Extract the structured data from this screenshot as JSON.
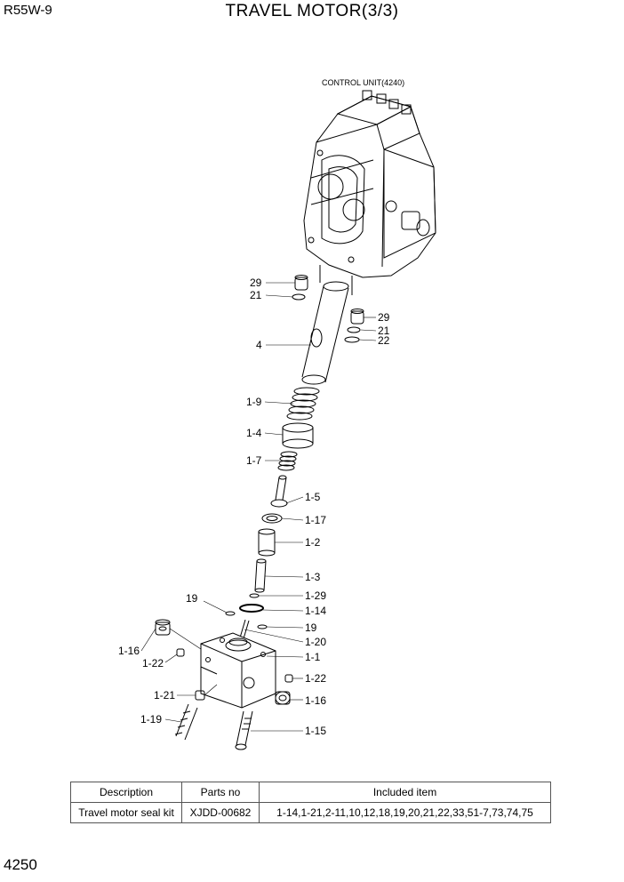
{
  "header": {
    "model": "R55W-9",
    "title": "TRAVEL MOTOR(3/3)"
  },
  "diagram": {
    "assembly_label": "CONTROL UNIT(4240)",
    "callouts": [
      "29",
      "21",
      "29",
      "21",
      "22",
      "4",
      "1-9",
      "1-4",
      "1-7",
      "1-5",
      "1-17",
      "1-2",
      "1-3",
      "1-29",
      "19",
      "1-14",
      "19",
      "1-20",
      "1-1",
      "1-16",
      "1-22",
      "1-22",
      "1-21",
      "1-16",
      "1-19",
      "1-15"
    ]
  },
  "table": {
    "headers": [
      "Description",
      "Parts no",
      "Included item"
    ],
    "rows": [
      [
        "Travel motor seal kit",
        "XJDD-00682",
        "1-14,1-21,2-11,10,12,18,19,20,21,22,33,51-7,73,74,75"
      ]
    ]
  },
  "footer": {
    "page_number": "4250"
  }
}
